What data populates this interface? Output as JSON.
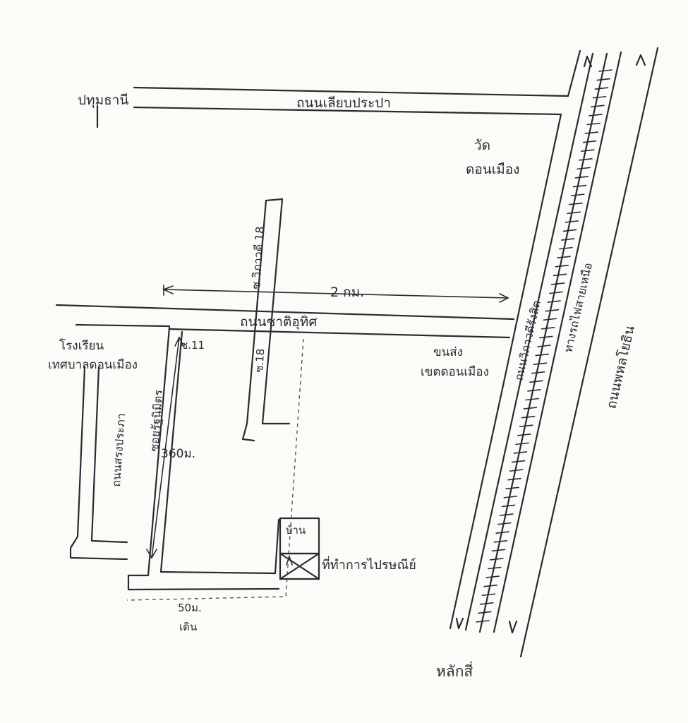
{
  "colors": {
    "ink": "#2a2a33",
    "paper": "#fbfbf8"
  },
  "labels": {
    "pathum_thani": "ปทุมธานี",
    "road_top": "ถนนเลียบประปา",
    "temple": "วัด\nดอนเมือง",
    "soi_lane": "ซ.วิภาวดี 18",
    "distance_2km": "2 กม.",
    "road_middle": "ถนนชาติอุทิศ",
    "school": "โรงเรียน\nเทศบาลดอนเมือง",
    "soi_right_top": "ซ.11",
    "soi_road_vertical": "ซอยรัฐนิมิตร",
    "distance_360m": "360ม.",
    "soi_small": "ซ.18",
    "canal_road": "ถนนสรงประภา",
    "depot": "ขนส่ง\nเขตดอนเมือง",
    "vibhavadi_east": "ถนนวิภาวดีรังสิต",
    "vibhavadi_outer": "ถนนพหลโยธิน",
    "railway_label": "ทางรถไฟสายเหนือ",
    "small_box": "บ้าน",
    "post_office": "ที่ทำการไปรษณีย์",
    "distance_50m": "50ม.",
    "walk": "เดิน",
    "laksi": "หลักสี่"
  }
}
